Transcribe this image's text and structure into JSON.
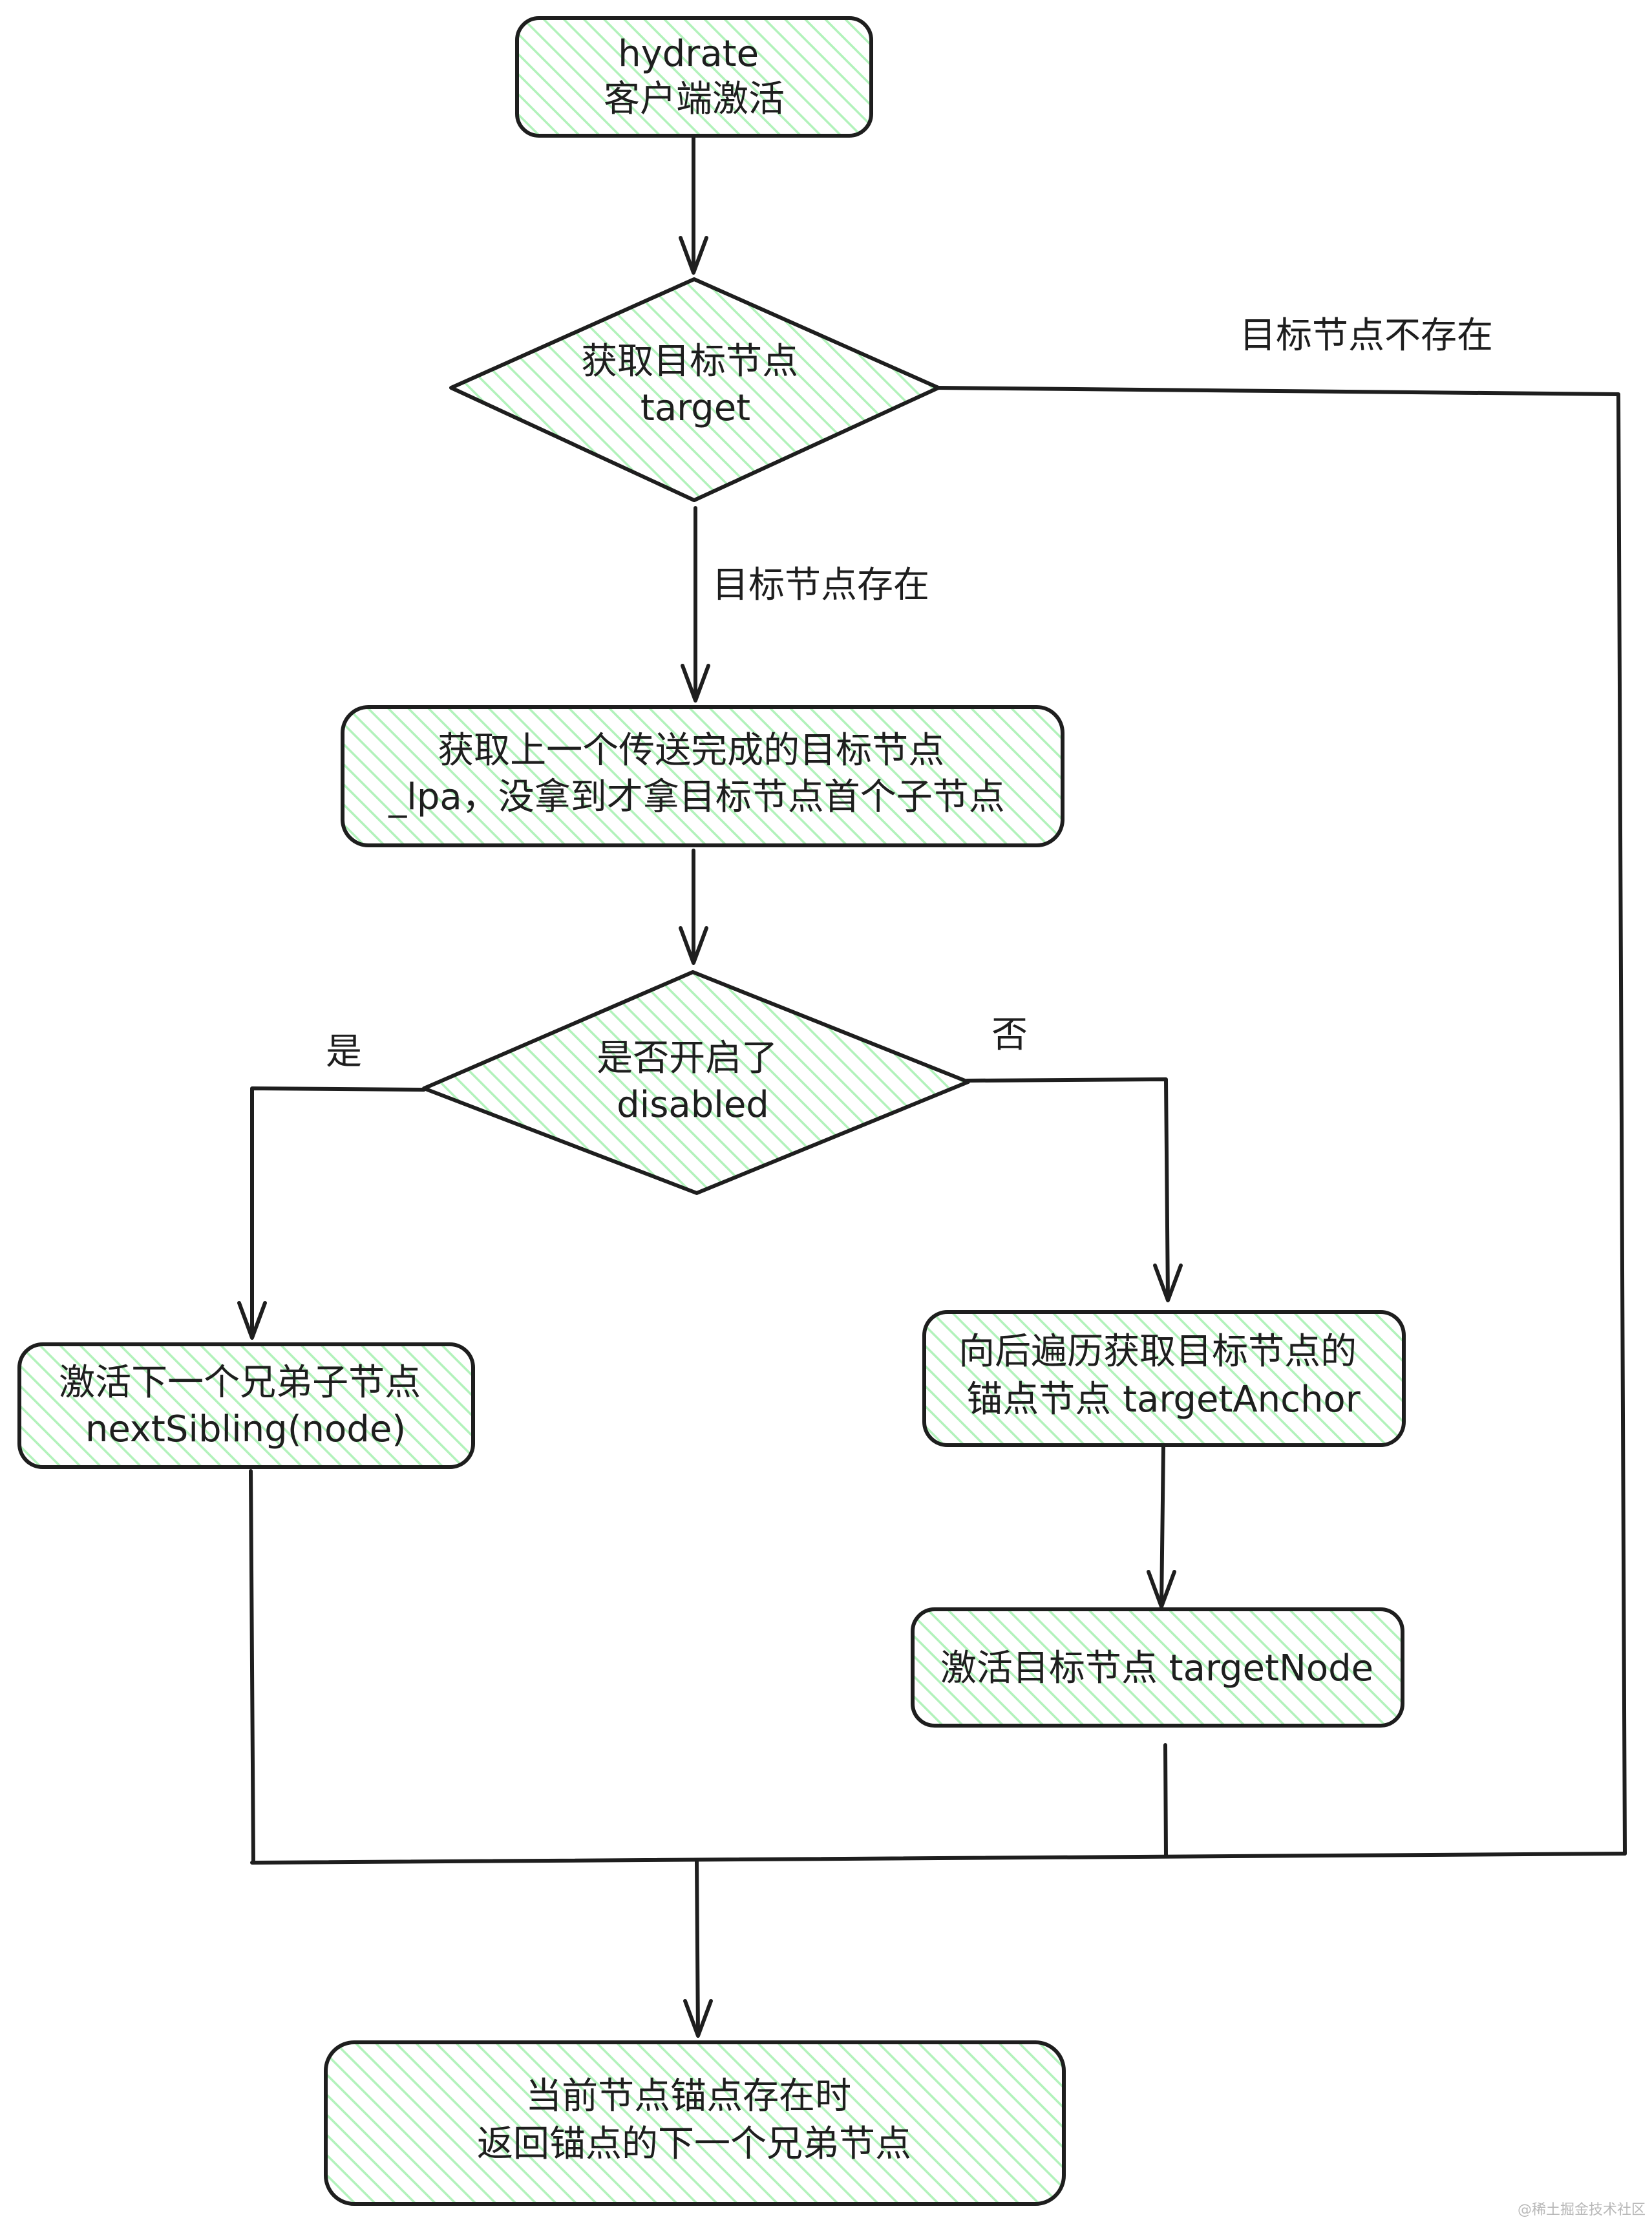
{
  "nodes": {
    "hydrate": {
      "lines": [
        "hydrate",
        "客户端激活"
      ]
    },
    "get_target": {
      "lines": [
        "获取目标节点",
        "target"
      ]
    },
    "get_lpa": {
      "lines": [
        "获取上一个传送完成的目标节点",
        "_lpa，没拿到才拿目标节点首个子节点"
      ]
    },
    "disabled_check": {
      "lines": [
        "是否开启了",
        "disabled"
      ]
    },
    "next_sibling": {
      "lines": [
        "激活下一个兄弟子节点",
        "nextSibling(node)"
      ]
    },
    "target_anchor": {
      "lines": [
        "向后遍历获取目标节点的",
        "锚点节点 targetAnchor"
      ]
    },
    "target_node": {
      "lines": [
        "激活目标节点 targetNode"
      ]
    },
    "return_anchor": {
      "lines": [
        "当前节点锚点存在时",
        "返回锚点的下一个兄弟节点"
      ]
    }
  },
  "edge_labels": {
    "target_missing": "目标节点不存在",
    "target_exists": "目标节点存在",
    "yes": "是",
    "no": "否"
  },
  "colors": {
    "fill_hatch": "#b2f2bb",
    "stroke": "#1e1e1e",
    "background": "#ffffff"
  },
  "watermark": "@稀土掘金技术社区"
}
